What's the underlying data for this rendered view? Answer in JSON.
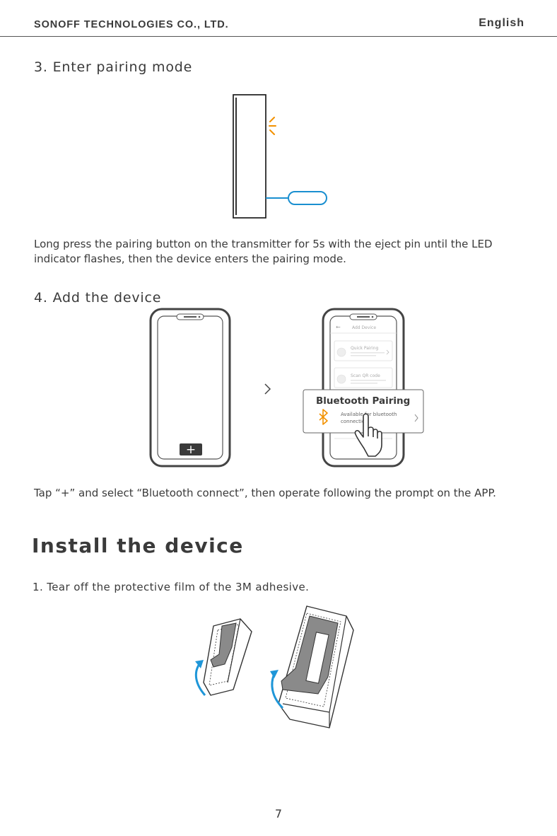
{
  "header": {
    "company": "SONOFF TECHNOLOGIES CO., LTD.",
    "language": "English"
  },
  "steps": {
    "step3": {
      "title": "3. Enter pairing mode",
      "text": "Long press the pairing button on the transmitter for 5s with the eject pin until the LED indicator flashes, then the device enters the pairing mode."
    },
    "step4": {
      "title": "4. Add the device",
      "text": "Tap “+” and select “Bluetooth connect”, then operate following the prompt on the APP."
    }
  },
  "app_screen": {
    "header_title": "Add Device",
    "quick_pairing_label": "Quick Pairing",
    "scan_qr_label": "Scan QR code",
    "bluetooth_pairing_label": "Bluetooth Pairing",
    "bluetooth_pairing_desc": "Available for bluetooth connection",
    "plus_symbol": "+"
  },
  "install": {
    "title": "Install the device",
    "step1": "1. Tear off the protective film of the 3M adhesive."
  },
  "page_number": "7",
  "colors": {
    "led_orange": "#f29100",
    "pin_blue": "#1a8fd0",
    "arrow_blue": "#1e96d8",
    "bt_orange": "#f29100",
    "film_gray": "#8a8a8a"
  }
}
